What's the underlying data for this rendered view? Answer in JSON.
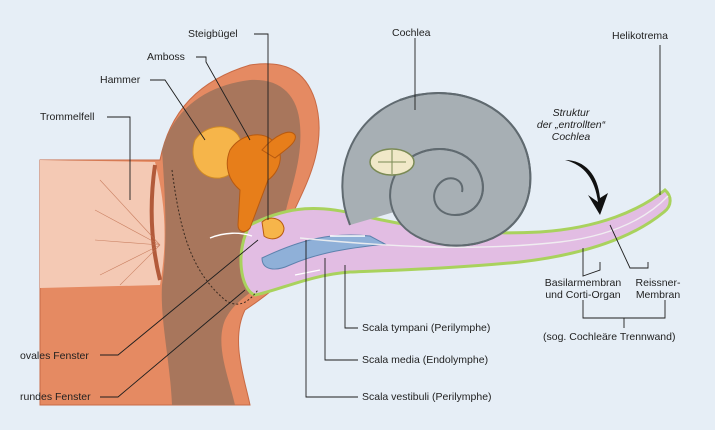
{
  "labels": {
    "steigbuegel": "Steigbügel",
    "amboss": "Amboss",
    "hammer": "Hammer",
    "trommelfell": "Trommelfell",
    "cochlea": "Cochlea",
    "helikotrema": "Helikotrema",
    "struktur_line1": "Struktur",
    "struktur_line2": "der „entrollten“",
    "struktur_line3": "Cochlea",
    "basilar_line1": "Basilarmembran",
    "basilar_line2": "und Corti-Organ",
    "reissner_line1": "Reissner-",
    "reissner_line2": "Membran",
    "trennwand": "(sog. Cochleäre Trennwand)",
    "ovales_fenster": "ovales Fenster",
    "rundes_fenster": "rundes Fenster",
    "scala_tympani": "Scala tympani (Perilymphe)",
    "scala_media": "Scala media (Endolymphe)",
    "scala_vestibuli": "Scala vestibuli (Perilymphe)"
  },
  "colors": {
    "background": "#e6eef6",
    "skin": "#e58a62",
    "ear_canal": "#f4c9b4",
    "middle_ear": "#a8765c",
    "ossicle_light": "#f6b54a",
    "ossicle_dark": "#e77e1a",
    "cochlea_gray": "#a7afb4",
    "endolymph_pink": "#e2bde3",
    "membrane_green": "#a9d25d",
    "duct_blue": "#8fb0d8"
  }
}
